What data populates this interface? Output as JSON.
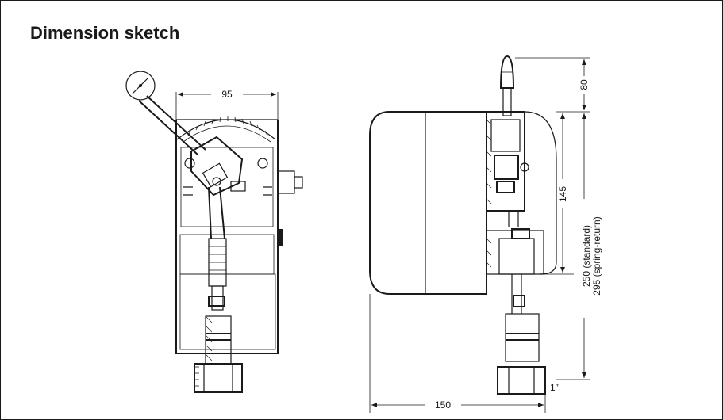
{
  "title": "Dimension sketch",
  "dimensions": {
    "width_top": "95",
    "handle_height": "80",
    "upper_height": "145",
    "total_height_standard": "250 (standard)",
    "total_height_spring": "295 (spring-return)",
    "depth": "150",
    "connection": "1″"
  }
}
